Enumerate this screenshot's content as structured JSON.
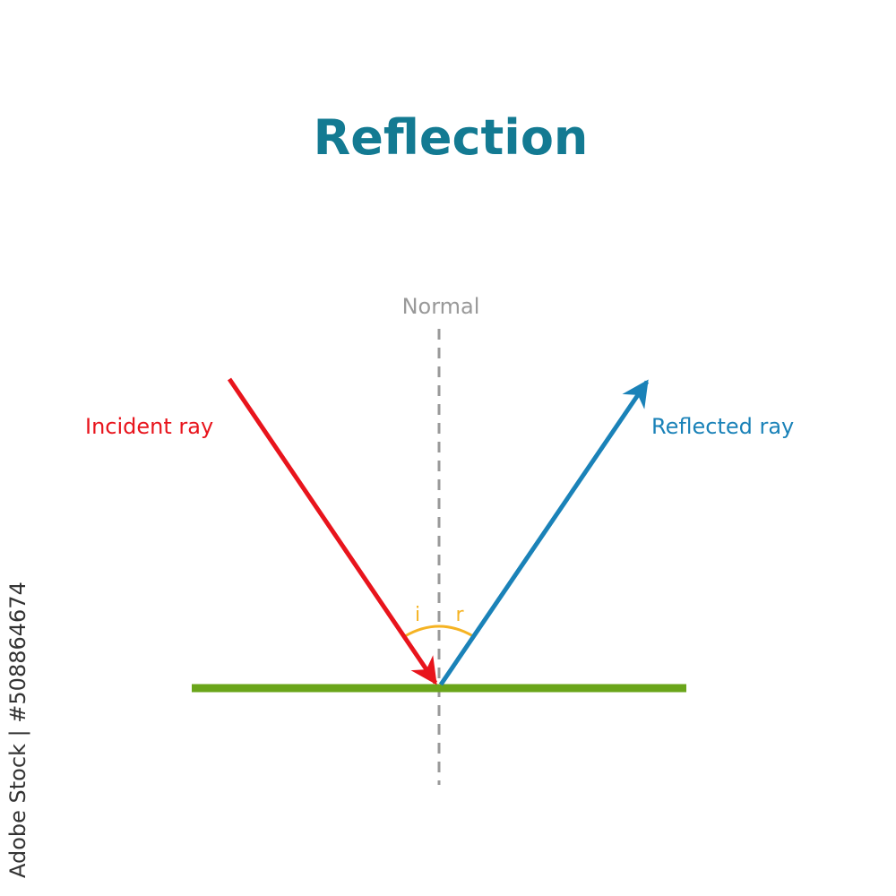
{
  "title": "Reflection",
  "labels": {
    "normal": "Normal",
    "incident": "Incident ray",
    "reflected": "Reflected ray",
    "angle_incidence": "i",
    "angle_reflection": "r"
  },
  "watermark": {
    "text": "Adobe Stock | #508864674"
  },
  "colors": {
    "title": "#137a92",
    "normal": "#999999",
    "incident": "#e8141c",
    "reflected": "#1a82b8",
    "surface": "#6aa51a",
    "angle": "#f5b323",
    "watermark_text": "#333333"
  }
}
